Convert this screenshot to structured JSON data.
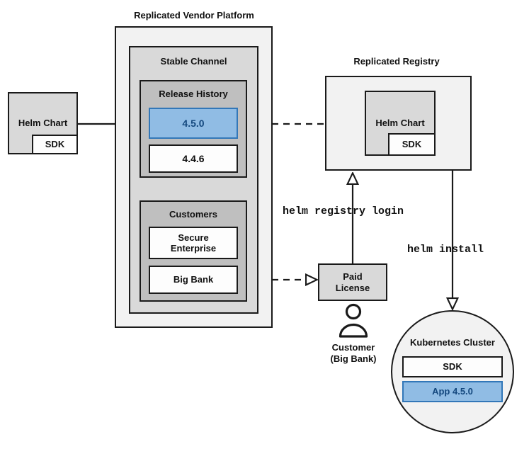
{
  "diagram": {
    "title": "Replicated Vendor Platform Helm distribution flow",
    "colors": {
      "blue_fill": "#90bce4",
      "blue_border": "#3277b8",
      "blue_text": "#14487e",
      "light_gray": "#f2f2f2",
      "mid_gray": "#d9d9d9",
      "dark_gray": "#bfbfbf",
      "stroke": "#1a1a1a",
      "background": "#ffffff"
    }
  },
  "vendor_platform": {
    "title": "Replicated Vendor Platform",
    "channel": {
      "title": "Stable Channel",
      "release_history": {
        "title": "Release History",
        "releases": [
          {
            "version": "4.5.0",
            "highlighted": true
          },
          {
            "version": "4.4.6",
            "highlighted": false
          }
        ]
      },
      "customers": {
        "title": "Customers",
        "entries": [
          {
            "name": "Secure\nEnterprise",
            "line1": "Secure",
            "line2": "Enterprise"
          },
          {
            "name": "Big Bank",
            "line1": "Big Bank",
            "line2": ""
          }
        ]
      }
    }
  },
  "source_chart": {
    "label": "Helm Chart",
    "sdk_label": "SDK"
  },
  "registry": {
    "title": "Replicated Registry",
    "chart_label": "Helm Chart",
    "sdk_label": "SDK"
  },
  "license": {
    "line1": "Paid",
    "line2": "License"
  },
  "customer_actor": {
    "icon": "person-icon",
    "line1": "Customer",
    "line2": "(Big Bank)"
  },
  "commands": {
    "registry_login": "helm registry login",
    "install": "helm install"
  },
  "cluster": {
    "title": "Kubernetes Cluster",
    "components": [
      {
        "label": "SDK",
        "highlighted": false
      },
      {
        "label": "App 4.5.0",
        "highlighted": true
      }
    ]
  },
  "edges": [
    {
      "name": "chart-to-release",
      "style": "solid",
      "from": "Helm Chart",
      "to": "4.5.0"
    },
    {
      "name": "release-to-registry",
      "style": "dashed",
      "from": "4.5.0",
      "to": "Replicated Registry"
    },
    {
      "name": "bigbank-to-license",
      "style": "dashed",
      "from": "Big Bank",
      "to": "Paid License"
    },
    {
      "name": "license-to-registry",
      "style": "solid",
      "from": "Paid License",
      "to": "Replicated Registry",
      "label": "helm registry login"
    },
    {
      "name": "registry-to-cluster",
      "style": "solid",
      "from": "Replicated Registry",
      "to": "Kubernetes Cluster",
      "label": "helm install"
    }
  ]
}
